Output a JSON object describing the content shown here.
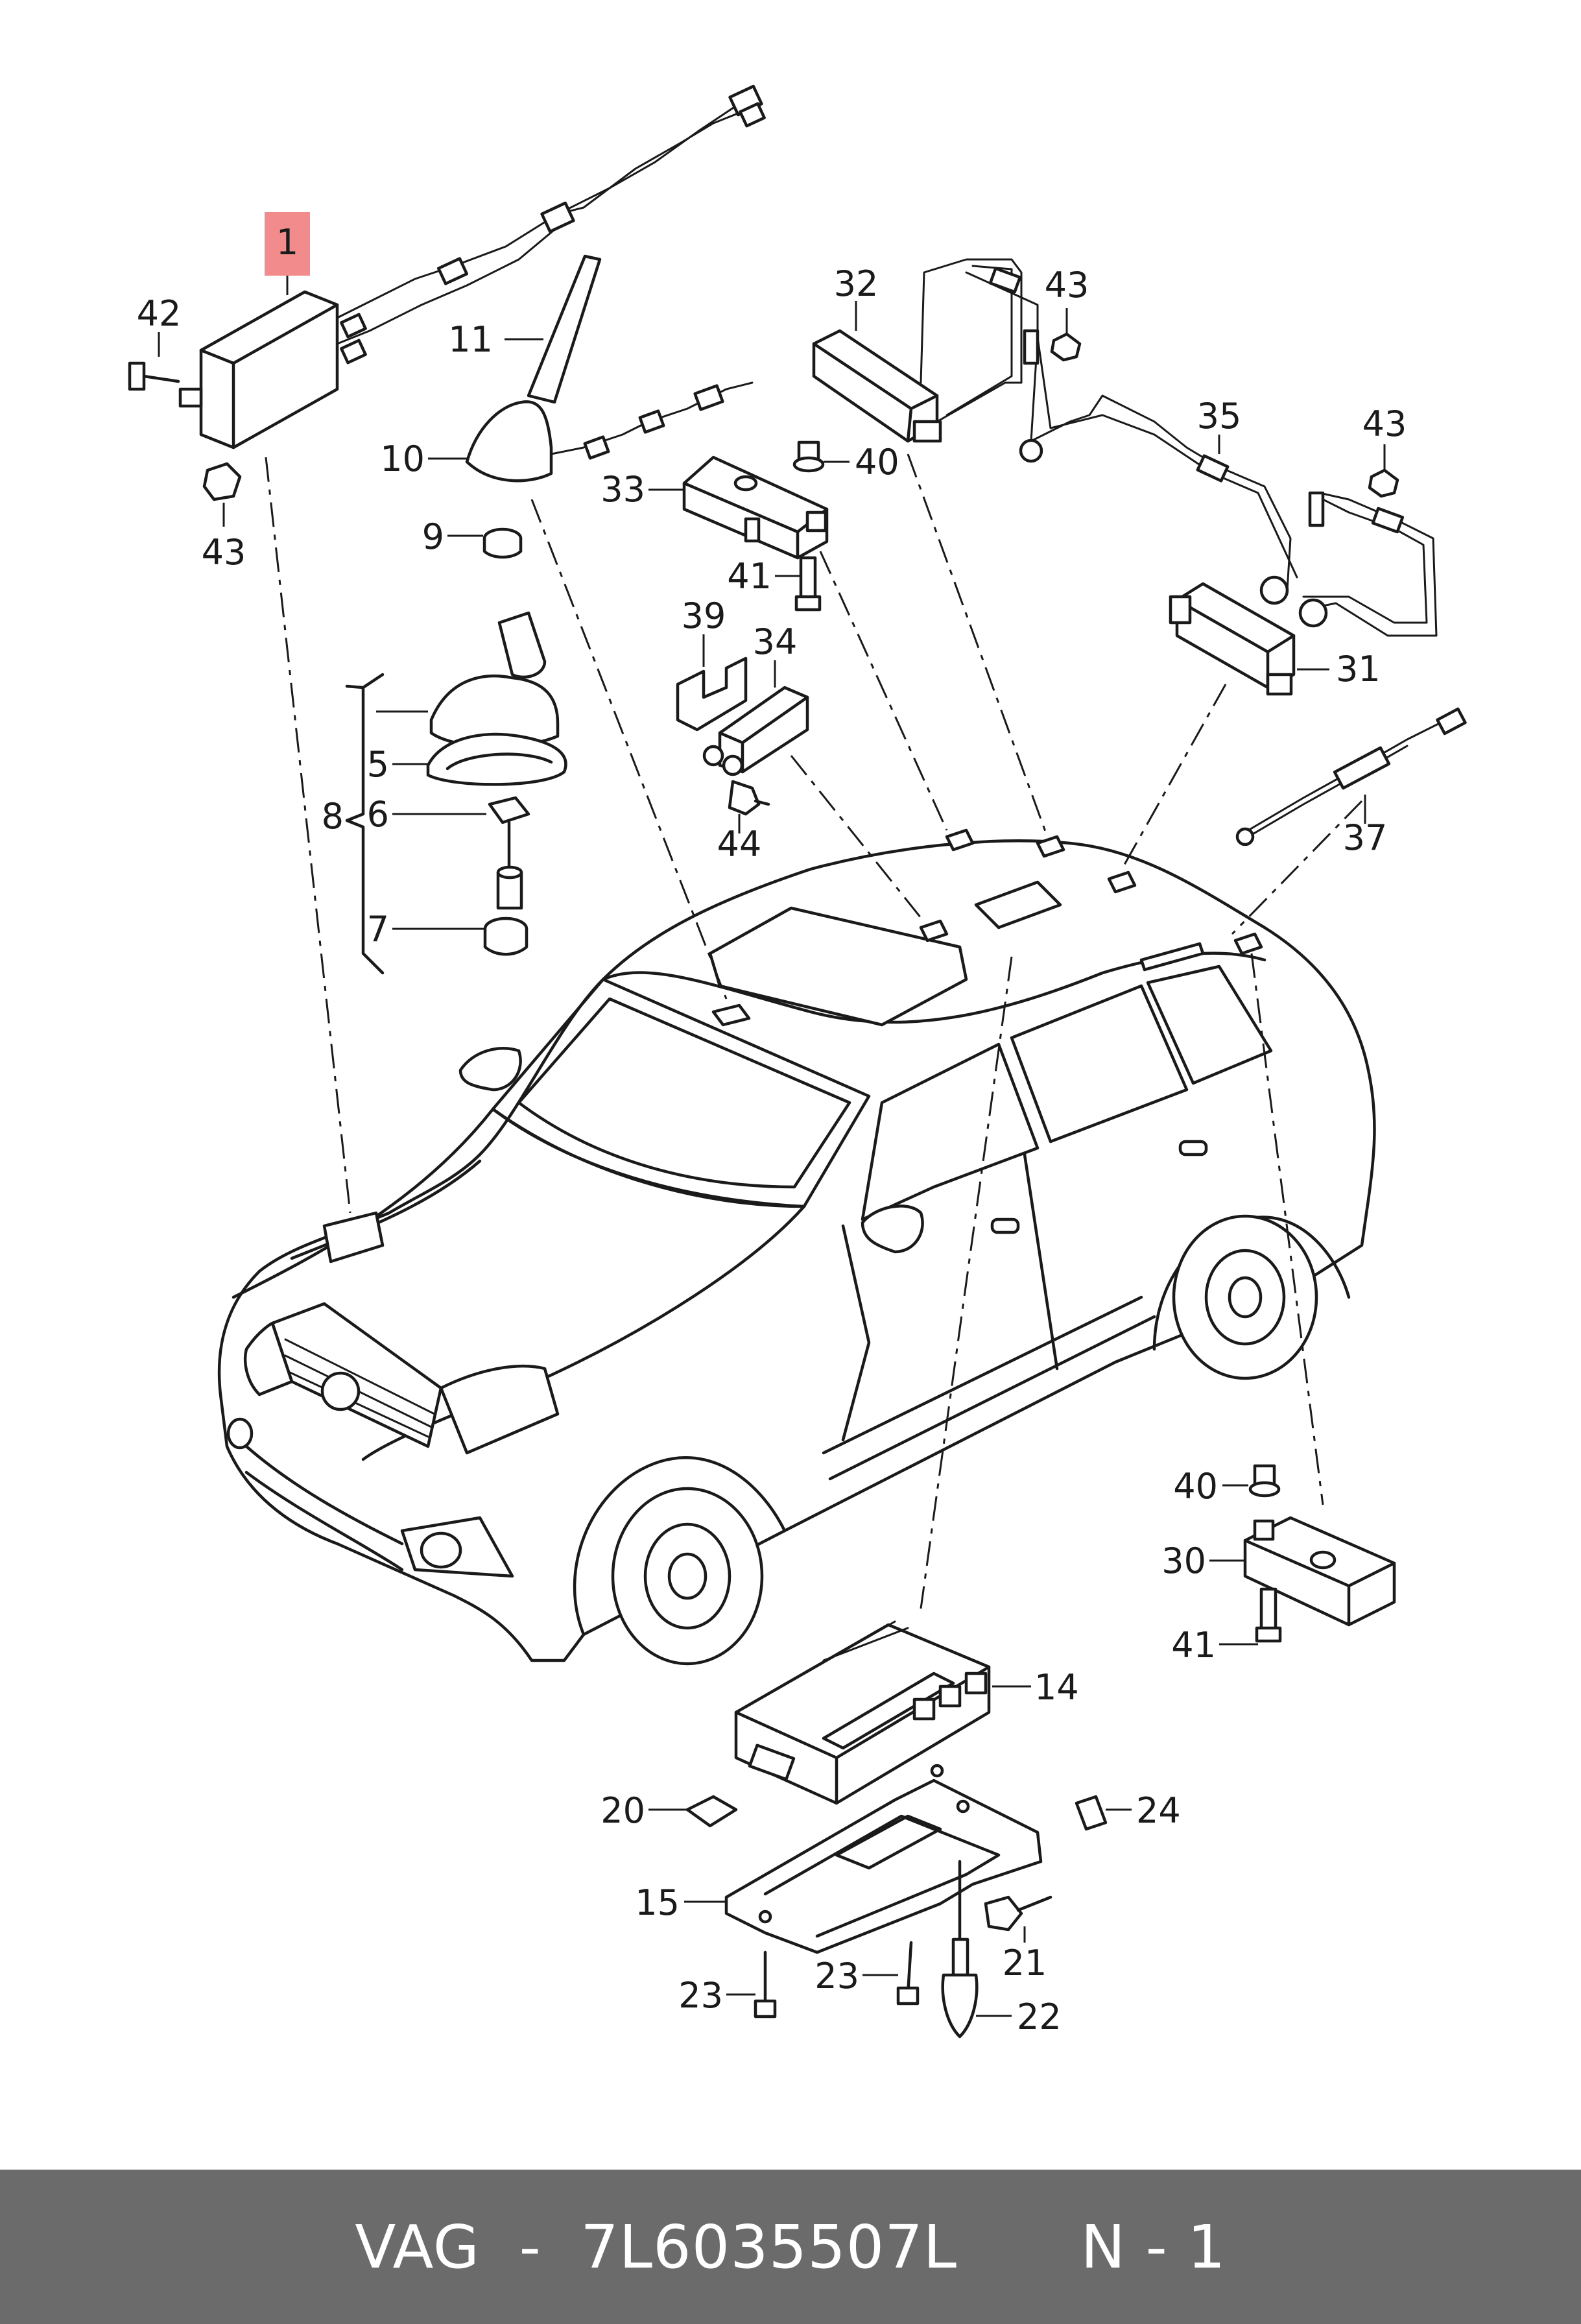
{
  "diagram": {
    "callouts": {
      "c1": "1",
      "c42": "42",
      "c43a": "43",
      "c11": "11",
      "c10": "10",
      "c9": "9",
      "c32": "32",
      "c43b": "43",
      "c35": "35",
      "c43c": "43",
      "c33": "33",
      "c40a": "40",
      "c41a": "41",
      "c31": "31",
      "c39": "39",
      "c34": "34",
      "c44": "44",
      "c5": "5",
      "c6": "6",
      "c8": "8",
      "c7": "7",
      "c37": "37",
      "c40b": "40",
      "c30": "30",
      "c41b": "41",
      "c14": "14",
      "c20": "20",
      "c24": "24",
      "c15": "15",
      "c21": "21",
      "c23a": "23",
      "c23b": "23",
      "c22": "22"
    },
    "highlight_color": "#f28b8b"
  },
  "footer": {
    "brand": "VAG",
    "separator": "-",
    "part_number": "7L6035507L",
    "position_label": "N - 1",
    "background": "#6b6b6b"
  }
}
